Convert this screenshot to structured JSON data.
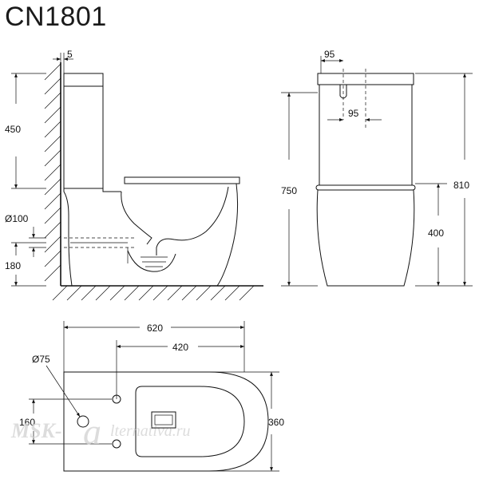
{
  "title": "CN1801",
  "side_view": {
    "wall_gap": "5",
    "tank_height": "450",
    "pipe_diameter": "Ø100",
    "outlet_height": "180"
  },
  "front_view": {
    "button_offset_top": "95",
    "button_offset_inner": "95",
    "total_height_left": "750",
    "bowl_height": "400",
    "total_height_right": "810"
  },
  "top_view": {
    "total_length": "620",
    "bowl_length": "420",
    "hole_diameter": "Ø75",
    "hole_spacing": "160",
    "width": "360"
  },
  "watermark": {
    "left": "MSK-",
    "mark": "a",
    "right": "lternativa.ru"
  }
}
